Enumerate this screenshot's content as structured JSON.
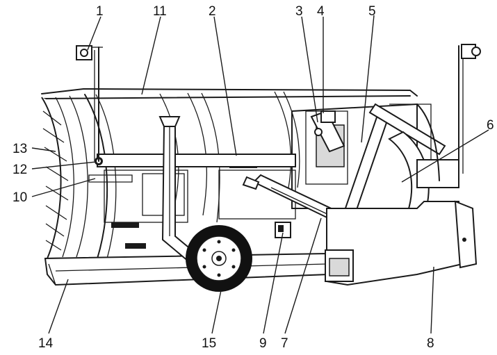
{
  "callouts": [
    {
      "id": "c1",
      "label": "1"
    },
    {
      "id": "c2",
      "label": "2"
    },
    {
      "id": "c3",
      "label": "3"
    },
    {
      "id": "c4",
      "label": "4"
    },
    {
      "id": "c5",
      "label": "5"
    },
    {
      "id": "c6",
      "label": "6"
    },
    {
      "id": "c7",
      "label": "7"
    },
    {
      "id": "c8",
      "label": "8"
    },
    {
      "id": "c9",
      "label": "9"
    },
    {
      "id": "c10",
      "label": "10"
    },
    {
      "id": "c11",
      "label": "11"
    },
    {
      "id": "c12",
      "label": "12"
    },
    {
      "id": "c13",
      "label": "13"
    },
    {
      "id": "c14",
      "label": "14"
    },
    {
      "id": "c15",
      "label": "15"
    }
  ],
  "colors": {
    "ink": "#1a1a1a",
    "background": "#ffffff"
  }
}
